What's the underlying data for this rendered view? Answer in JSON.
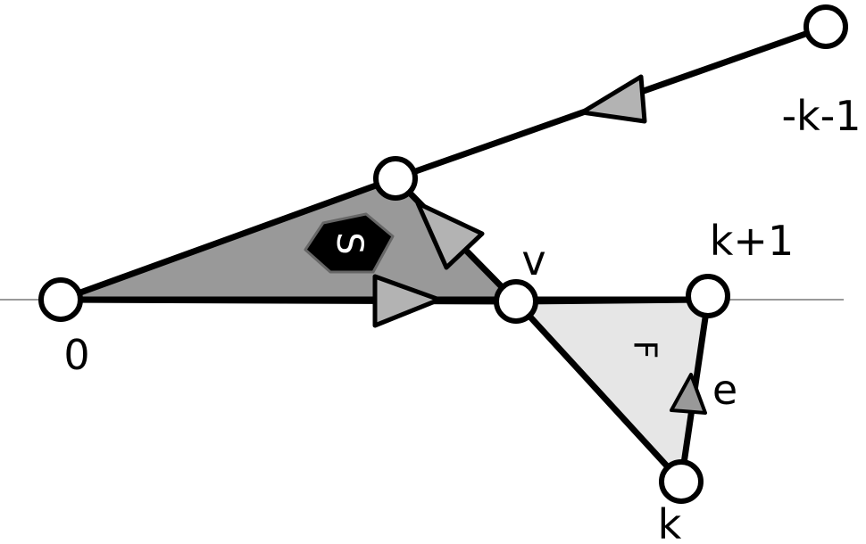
{
  "diagram": {
    "vertex_labels": {
      "origin": "0",
      "v": "v",
      "k_plus_1": "k+1",
      "k": "k",
      "minus_k_minus_1": "-k-1"
    },
    "face_labels": {
      "S": "S",
      "F": "F"
    },
    "edge_labels": {
      "e": "e"
    },
    "colors": {
      "line": "#000000",
      "baseline": "#999999",
      "face_S": "#999999",
      "face_F": "#e6e6e6",
      "arrow_fill": "#b3b3b3",
      "arrow_fill_dark": "#999999",
      "node_fill": "#ffffff",
      "badge_fill": "#000000",
      "badge_stroke": "#666666",
      "badge_text": "#ffffff"
    }
  }
}
